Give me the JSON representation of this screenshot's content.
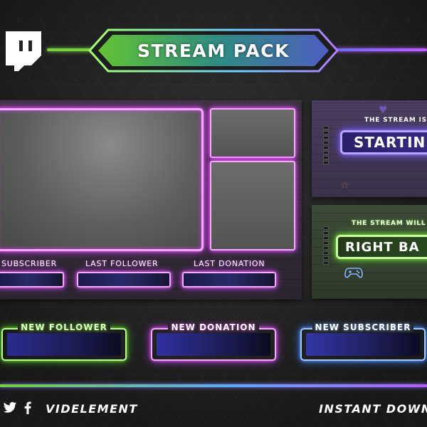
{
  "header": {
    "title": "STREAM PACK",
    "logo_icon": "twitch-icon"
  },
  "overlay": {
    "labels": [
      "SUBSCRIBER",
      "LAST FOLLOWER",
      "LAST DONATION"
    ]
  },
  "screens": {
    "starting": {
      "caption": "THE STREAM IS",
      "main": "STARTIN"
    },
    "brb": {
      "caption": "THE STREAM WILL",
      "main": "RIGHT BA",
      "deco_icon": "gamepad-icon"
    }
  },
  "alerts": [
    {
      "title": "NEW FOLLOWER",
      "color": "#6bd23a"
    },
    {
      "title": "NEW DONATION",
      "color": "#e35cf5"
    },
    {
      "title": "NEW SUBSCRIBER",
      "color": "#5a9cff"
    }
  ],
  "footer": {
    "brand": "VIDELEMENT",
    "tagline": "INSTANT DOWN",
    "social_icons": [
      "twitter-icon",
      "facebook-icon"
    ]
  },
  "colors": {
    "background": "#262626",
    "green": "#6bd23a",
    "pink": "#e35cf5",
    "blue": "#5a9cff",
    "purple": "#b45cff"
  }
}
